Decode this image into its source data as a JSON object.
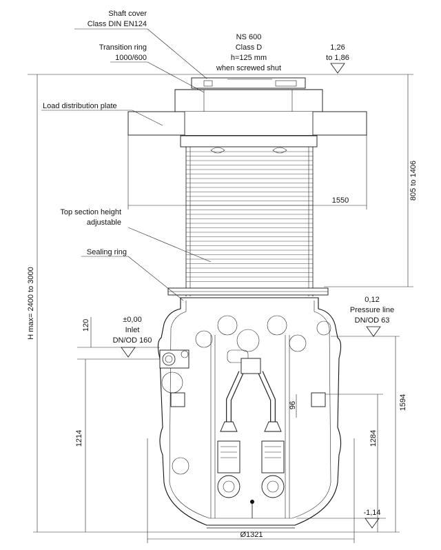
{
  "labels": {
    "shaft_cover_1": "Shaft cover",
    "shaft_cover_2": "Class DIN EN124",
    "transition_ring_1": "Transition ring",
    "transition_ring_2": "1000/600",
    "ns_1": "NS 600",
    "ns_2": "Class D",
    "ns_3": "h=125 mm",
    "ns_4": "when screwed shut",
    "level_top_1": "1,26",
    "level_top_2": "to 1,86",
    "load_plate": "Load distribution plate",
    "top_section_1": "Top section height",
    "top_section_2": "adjustable",
    "sealing_ring": "Sealing ring",
    "inlet_1": "±0,00",
    "inlet_2": "Inlet",
    "inlet_3": "DN/OD 160",
    "pressure_1": "0,12",
    "pressure_2": "Pressure line",
    "pressure_3": "DN/OD 63",
    "level_bottom": "-1,14"
  },
  "dimensions": {
    "width_plate": "1550",
    "height_top": "805 to 1406",
    "height_max": "H max= 2400 to 3000",
    "inlet_offset": "120",
    "small_96": "96",
    "height_1214": "1214",
    "height_1284": "1284",
    "height_1594": "1594",
    "diameter": "Ø1321"
  }
}
